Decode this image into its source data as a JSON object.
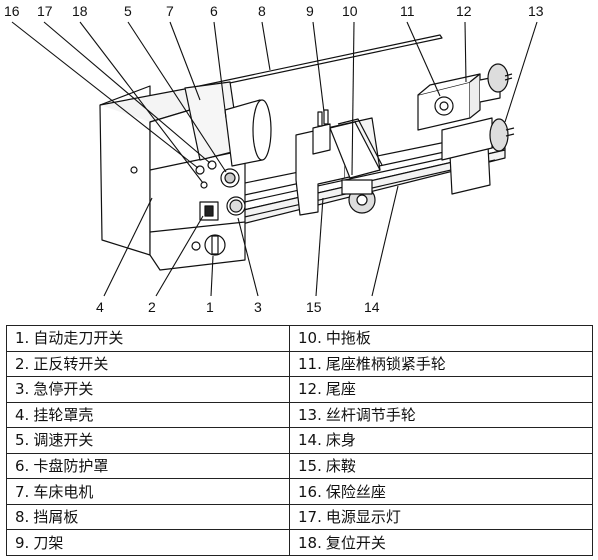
{
  "callouts": [
    "16",
    "17",
    "18",
    "5",
    "7",
    "6",
    "8",
    "9",
    "10",
    "11",
    "12",
    "13",
    "4",
    "2",
    "1",
    "3",
    "15",
    "14"
  ],
  "legend": {
    "left": [
      {
        "num": "1.",
        "label": "自动走刀开关"
      },
      {
        "num": "2.",
        "label": "正反转开关"
      },
      {
        "num": "3.",
        "label": "急停开关"
      },
      {
        "num": "4.",
        "label": "挂轮罩壳"
      },
      {
        "num": "5.",
        "label": "调速开关"
      },
      {
        "num": "6.",
        "label": "卡盘防护罩"
      },
      {
        "num": "7.",
        "label": "车床电机"
      },
      {
        "num": "8.",
        "label": "挡屑板"
      },
      {
        "num": "9.",
        "label": "刀架"
      }
    ],
    "right": [
      {
        "num": "10.",
        "label": "中拖板"
      },
      {
        "num": "11.",
        "label": " 尾座椎柄锁紧手轮"
      },
      {
        "num": "12.",
        "label": "尾座"
      },
      {
        "num": "13.",
        "label": "丝杆调节手轮"
      },
      {
        "num": "14.",
        "label": "床身"
      },
      {
        "num": "15.",
        "label": "床鞍"
      },
      {
        "num": "16.",
        "label": "保险丝座"
      },
      {
        "num": "17.",
        "label": "电源显示灯"
      },
      {
        "num": "18.",
        "label": "复位开关"
      }
    ]
  }
}
